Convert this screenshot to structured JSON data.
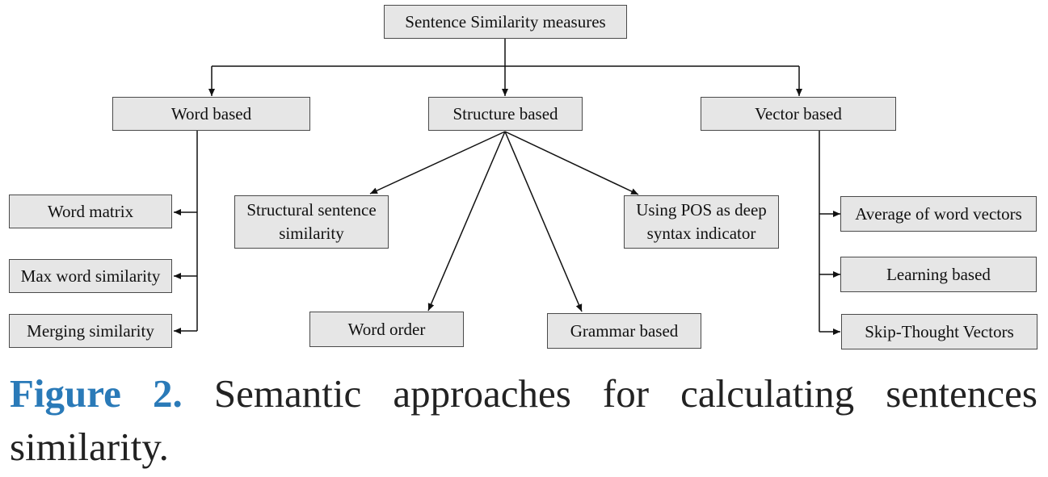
{
  "diagram": {
    "root": "Sentence Similarity measures",
    "categories": {
      "word": "Word based",
      "structure": "Structure based",
      "vector": "Vector based"
    },
    "word_children": {
      "word_matrix": "Word matrix",
      "max_word": "Max word similarity",
      "merging": "Merging similarity"
    },
    "structure_children": {
      "structural": "Structural sentence\nsimilarity",
      "pos": "Using POS as deep\nsyntax indicator",
      "word_order": "Word order",
      "grammar": "Grammar based"
    },
    "vector_children": {
      "average": "Average of word vectors",
      "learning": "Learning based",
      "skip_thought": "Skip-Thought Vectors"
    }
  },
  "caption": {
    "label": "Figure 2.",
    "text": " Semantic approaches for calculating sentences similarity."
  },
  "colors": {
    "box_fill": "#e6e6e6",
    "box_border": "#4a4a4a",
    "connector": "#111111",
    "caption_label": "#2a7ab8"
  }
}
